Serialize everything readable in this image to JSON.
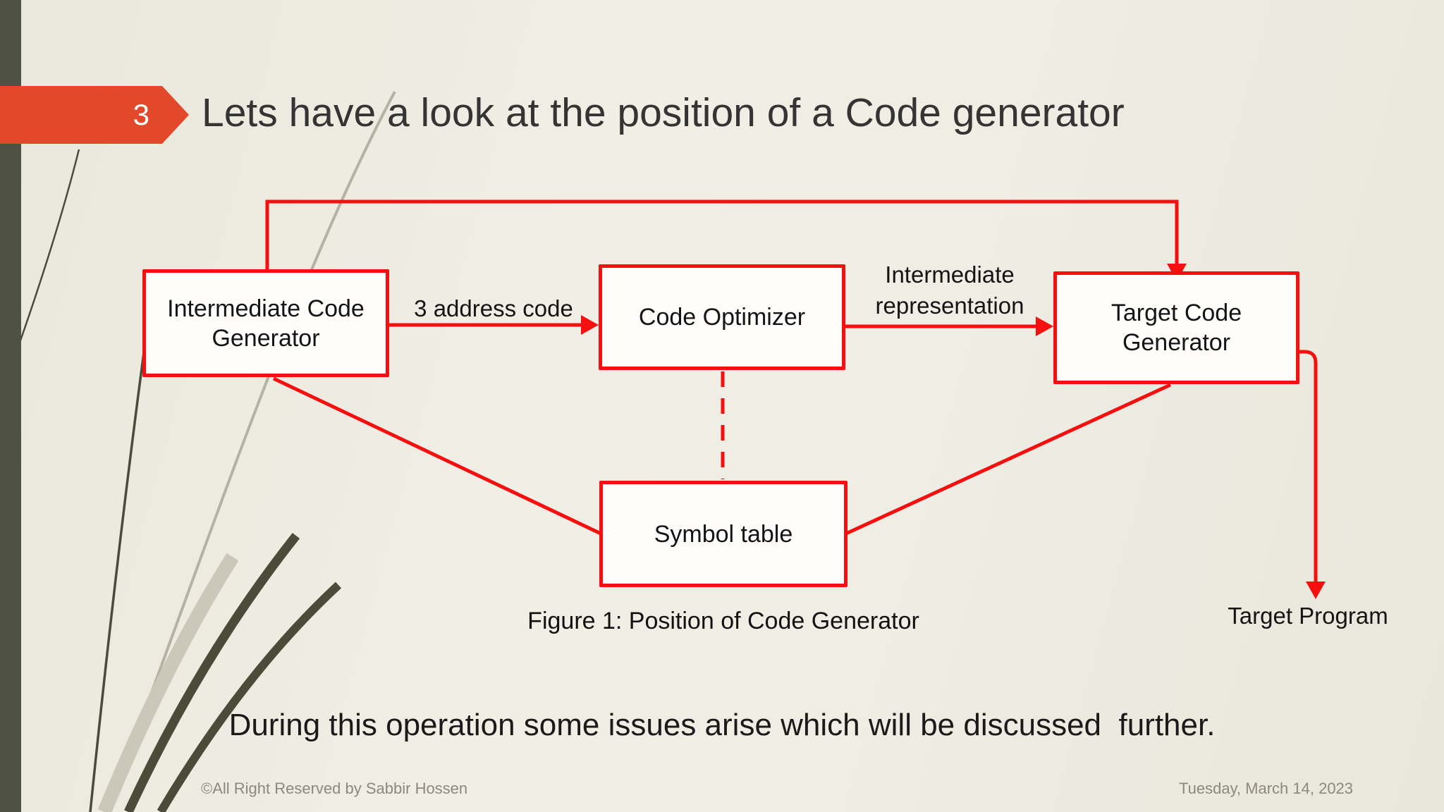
{
  "colors": {
    "accent_orange": "#E2492B",
    "diagram_red": "#F50F0F",
    "sidebar_olive": "#4F5142",
    "background_beige": "#EDEBE0",
    "footer_gray": "#8D887E"
  },
  "slide": {
    "number": "3",
    "title": "Lets have a look at the position of a Code generator",
    "figure_caption": "Figure 1: Position of Code Generator",
    "note": "During this operation some issues arise which will be discussed  further.",
    "footer": {
      "copyright": "©All Right Reserved by Sabbir Hossen",
      "date": "Tuesday, March 14, 2023"
    }
  },
  "diagram": {
    "boxes": {
      "intermediate_code_generator": {
        "lines": [
          "Intermediate Code",
          "Generator"
        ]
      },
      "code_optimizer": {
        "lines": [
          "Code Optimizer"
        ]
      },
      "target_code_generator": {
        "lines": [
          "Target Code",
          "Generator"
        ]
      },
      "symbol_table": {
        "lines": [
          "Symbol table"
        ]
      }
    },
    "labels": {
      "three_address_code": "3 address code",
      "intermediate_representation": [
        "Intermediate",
        "representation"
      ],
      "target_program": "Target Program"
    }
  }
}
